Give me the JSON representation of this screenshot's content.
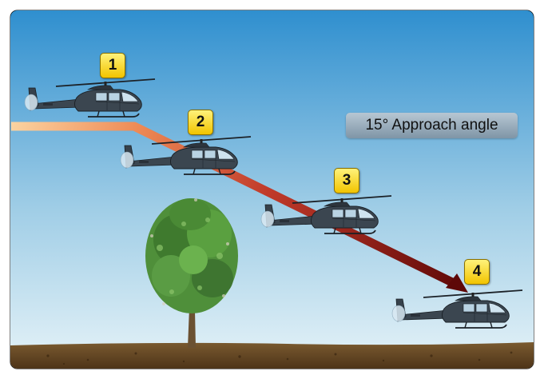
{
  "diagram": {
    "label": "15° Approach angle",
    "positions": [
      "1",
      "2",
      "3",
      "4"
    ]
  },
  "colors": {
    "sky_top": "#2f8fcf",
    "sky_bottom": "#e3f2f8",
    "path_start": "#f8c48a",
    "path_end": "#6b0a0a",
    "ground": "#6a4a24",
    "badge": "#f5d000",
    "helicopter_body": "#3b4650"
  }
}
